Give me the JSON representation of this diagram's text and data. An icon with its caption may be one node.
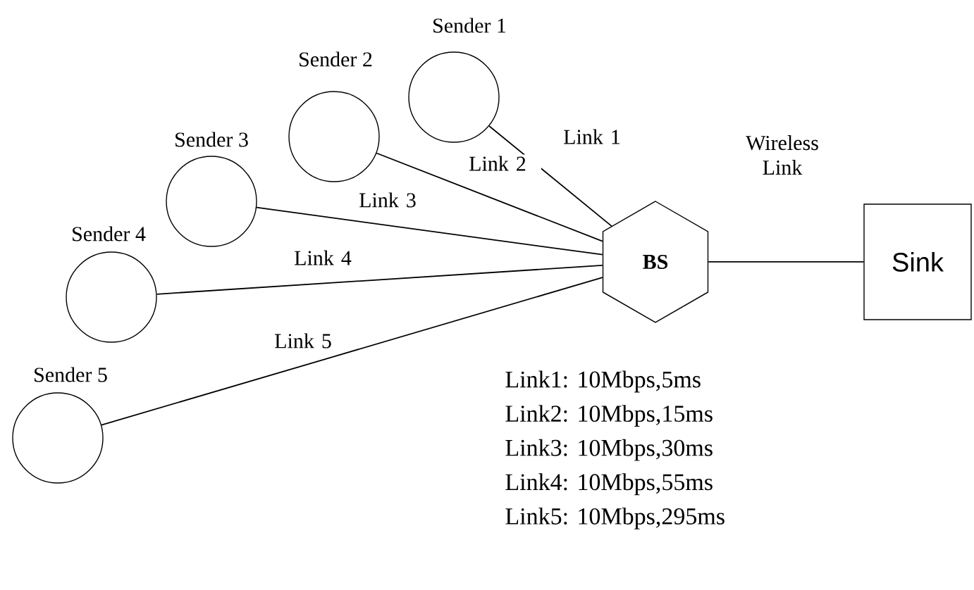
{
  "diagram": {
    "nodes": [
      {
        "text": [
          "Sender 1"
        ]
      },
      {
        "text": [
          "Sender 2"
        ]
      },
      {
        "text": [
          "Sender 3"
        ]
      },
      {
        "text": [
          "Sender 4"
        ]
      },
      {
        "text": [
          "Sender 5"
        ]
      },
      {
        "text": [
          "BS"
        ]
      },
      {
        "text": [
          "Sink"
        ]
      }
    ],
    "edges": [
      {
        "from": 0,
        "to": 5,
        "arrow": "none",
        "label": "Link 1"
      },
      {
        "from": 1,
        "to": 5,
        "arrow": "none",
        "label": "Link 2"
      },
      {
        "from": 2,
        "to": 5,
        "arrow": "none",
        "label": "Link 3"
      },
      {
        "from": 3,
        "to": 5,
        "arrow": "none",
        "label": "Link 4"
      },
      {
        "from": 4,
        "to": 5,
        "arrow": "none",
        "label": "Link 5"
      },
      {
        "from": 5,
        "to": 6,
        "arrow": "none",
        "label": "Wireless Link"
      }
    ],
    "labels": [
      "Link1: 10Mbps,5ms",
      "Link2: 10Mbps,15ms",
      "Link3: 10Mbps,30ms",
      "Link4: 10Mbps,55ms",
      "Link5: 10Mbps,295ms"
    ]
  }
}
